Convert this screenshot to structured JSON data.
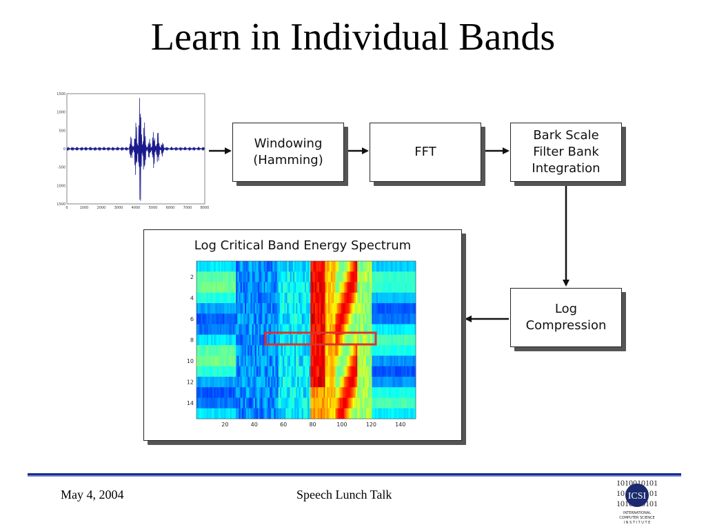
{
  "slide": {
    "title": "Learn in Individual Bands"
  },
  "waveform": {
    "y_ticks": [
      "1500",
      "1000",
      "500",
      "0",
      "-500",
      "-1000",
      "-1500"
    ],
    "x_ticks": [
      "0",
      "1000",
      "2000",
      "3000",
      "4000",
      "5000",
      "6000",
      "7000",
      "8000"
    ]
  },
  "blocks": {
    "windowing": [
      "Windowing",
      "(Hamming)"
    ],
    "fft": [
      "FFT"
    ],
    "bark": [
      "Bark Scale",
      "Filter Bank",
      "Integration"
    ],
    "log": [
      "Log",
      "Compression"
    ]
  },
  "spectrum": {
    "title": "Log Critical Band Energy Spectrum",
    "y_ticks": [
      "2",
      "4",
      "6",
      "8",
      "10",
      "12",
      "14"
    ],
    "x_ticks": [
      "20",
      "40",
      "60",
      "80",
      "100",
      "120",
      "140"
    ],
    "highlight_color": "#e0302a"
  },
  "footer": {
    "date": "May 4, 2004",
    "talk": "Speech Lunch Talk"
  },
  "logo": {
    "bits_top": "1010010101",
    "bits_mid": "1010010101",
    "bits_bot": "1010010101",
    "monogram": "ICSI",
    "line1": "INTERNATIONAL",
    "line2": "COMPUTER SCIENCE",
    "line3": "I N S T I T U T E"
  }
}
